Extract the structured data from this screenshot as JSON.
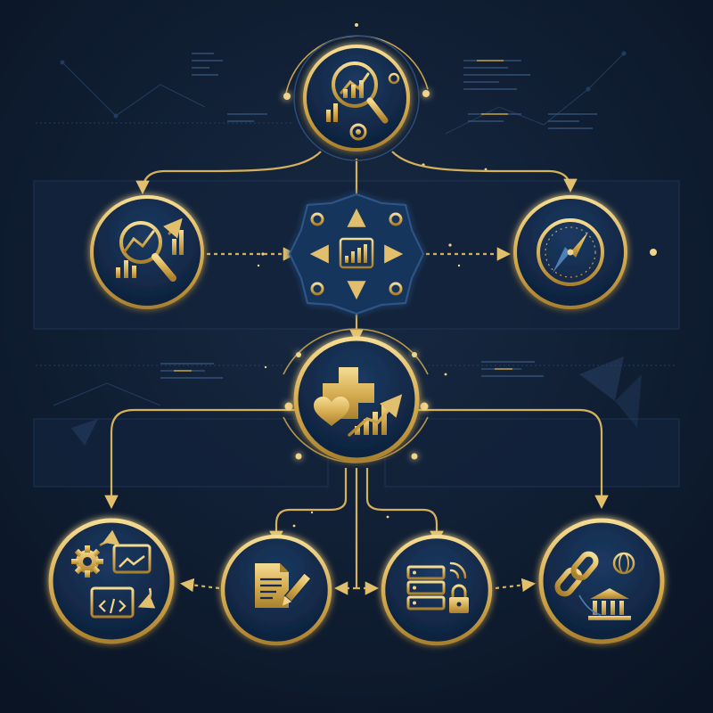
{
  "diagram": {
    "colors": {
      "background": "#0e1a2c",
      "panel": "#13233b",
      "node_fill": "#132b4c",
      "gold": "#d9b35a",
      "gold_light": "#f1d48a",
      "line_blue": "#2b4a72"
    },
    "nodes": [
      {
        "id": "analysis",
        "icon": "magnifier-chart-gear-icon"
      },
      {
        "id": "research",
        "icon": "magnifier-bar-chart-icon"
      },
      {
        "id": "strategy",
        "icon": "arrows-chart-hub-icon"
      },
      {
        "id": "navigation",
        "icon": "compass-icon"
      },
      {
        "id": "health-growth",
        "icon": "cross-heart-growth-icon"
      },
      {
        "id": "development",
        "icon": "gear-code-window-icon"
      },
      {
        "id": "documentation",
        "icon": "document-pencil-icon"
      },
      {
        "id": "secure-server",
        "icon": "server-lock-icon"
      },
      {
        "id": "integration",
        "icon": "link-bank-globe-icon"
      }
    ]
  }
}
